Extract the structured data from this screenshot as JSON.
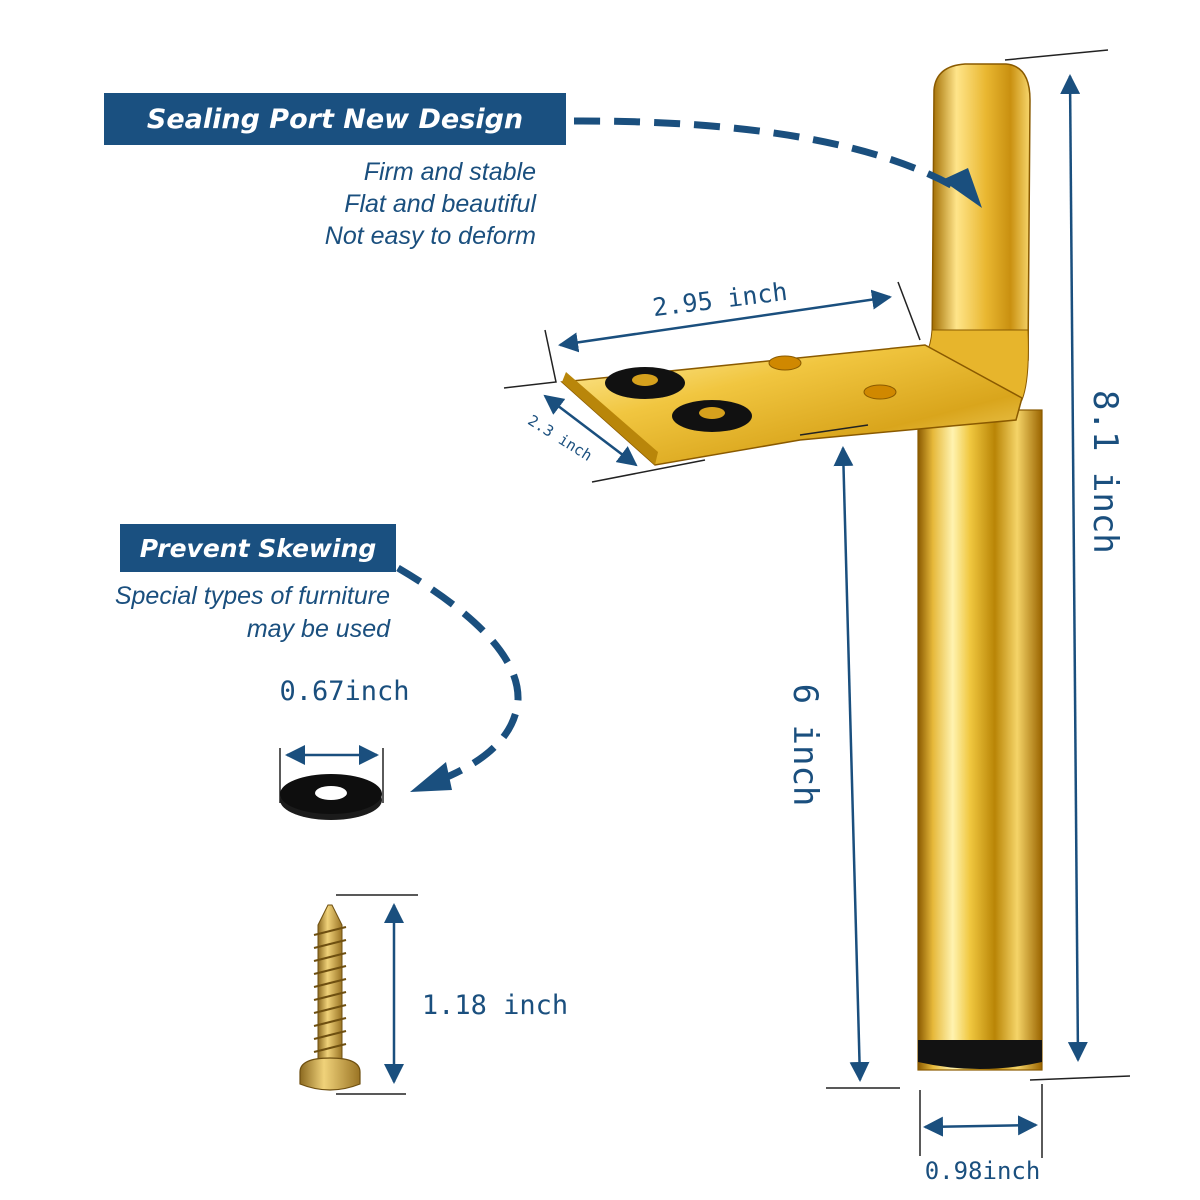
{
  "callouts": {
    "sealing_port": {
      "title": "Sealing Port New Design",
      "lines": [
        "Firm and stable",
        "Flat and beautiful",
        "Not easy to deform"
      ]
    },
    "prevent_skewing": {
      "title": "Prevent Skewing",
      "lines": [
        "Special types of furniture",
        "may be used"
      ]
    }
  },
  "dimensions": {
    "total_height": "8.1 inch",
    "leg_height": "6 inch",
    "plate_length": "2.95 inch",
    "plate_width": "2.3 inch",
    "leg_diameter": "0.98inch",
    "washer_diameter": "0.67inch",
    "screw_length": "1.18 inch"
  },
  "colors": {
    "accent_blue": "#1a5080",
    "gold": "#d9a51c",
    "rubber": "#111111"
  },
  "icons": [
    "gold-furniture-leg",
    "rubber-washer",
    "wood-screw",
    "dashed-arrow"
  ]
}
